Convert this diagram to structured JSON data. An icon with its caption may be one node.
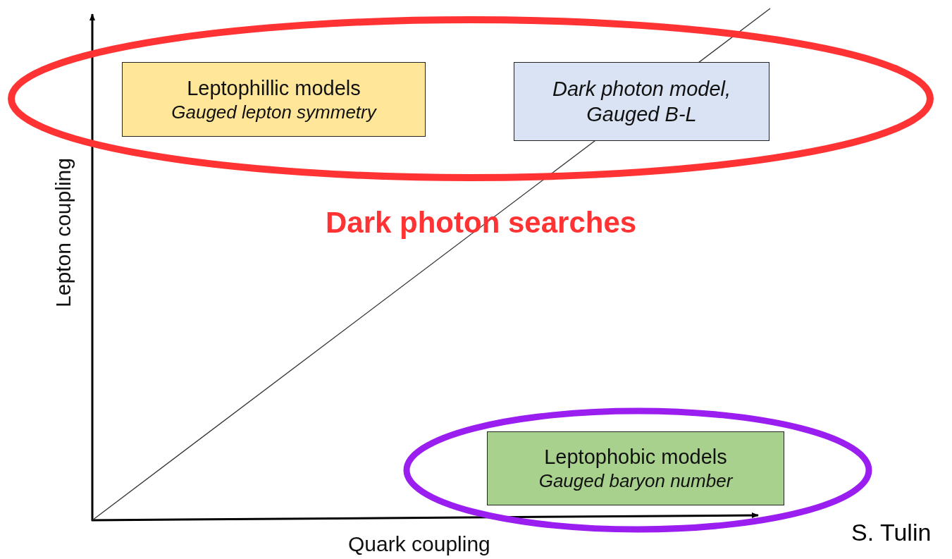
{
  "diagram": {
    "nodes": [
      {
        "text": [
          "Leptophillic models",
          "Gauged lepton symmetry"
        ]
      },
      {
        "text": [
          "Dark photon model, Gauged B-L"
        ]
      },
      {
        "text": [
          "Leptophobic models",
          "Gauged baryon number"
        ]
      }
    ],
    "labels": [
      "Lepton coupling",
      "Dark photon searches",
      "Quark coupling",
      "S. Tulin"
    ]
  }
}
